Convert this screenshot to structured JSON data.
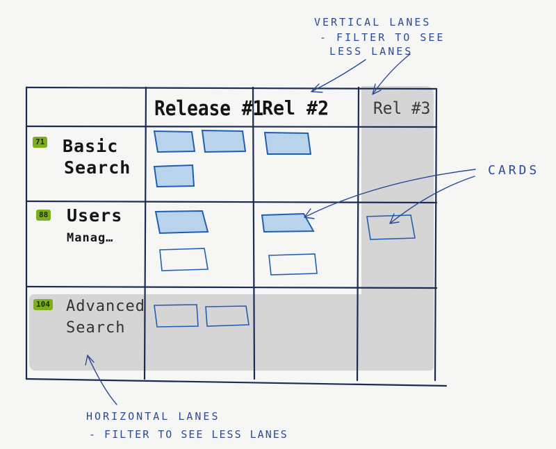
{
  "board": {
    "columns": [
      "Release #1",
      "Rel #2",
      "Rel #3"
    ],
    "lanes": [
      {
        "badge": "71",
        "lines": [
          "Basic",
          "Search"
        ]
      },
      {
        "badge": "88",
        "lines": [
          "Users",
          "Manag…"
        ]
      },
      {
        "badge": "104",
        "lines": [
          "Advanced",
          "Search"
        ]
      }
    ]
  },
  "annotations": {
    "vertical": [
      "VERTICAL LANES",
      "- FILTER TO SEE",
      "LESS LANES"
    ],
    "cards": "CARDS",
    "horizontal": [
      "HORIZONTAL LANES",
      "- FILTER TO SEE LESS LANES"
    ]
  },
  "colors": {
    "grid": "#1c2b55",
    "card_fill": "#b9d3ec",
    "card_stroke": "#1f5fae",
    "disabled": "#d5d5d5",
    "badge": "#7cae1e",
    "annotation": "#2c4b95"
  }
}
